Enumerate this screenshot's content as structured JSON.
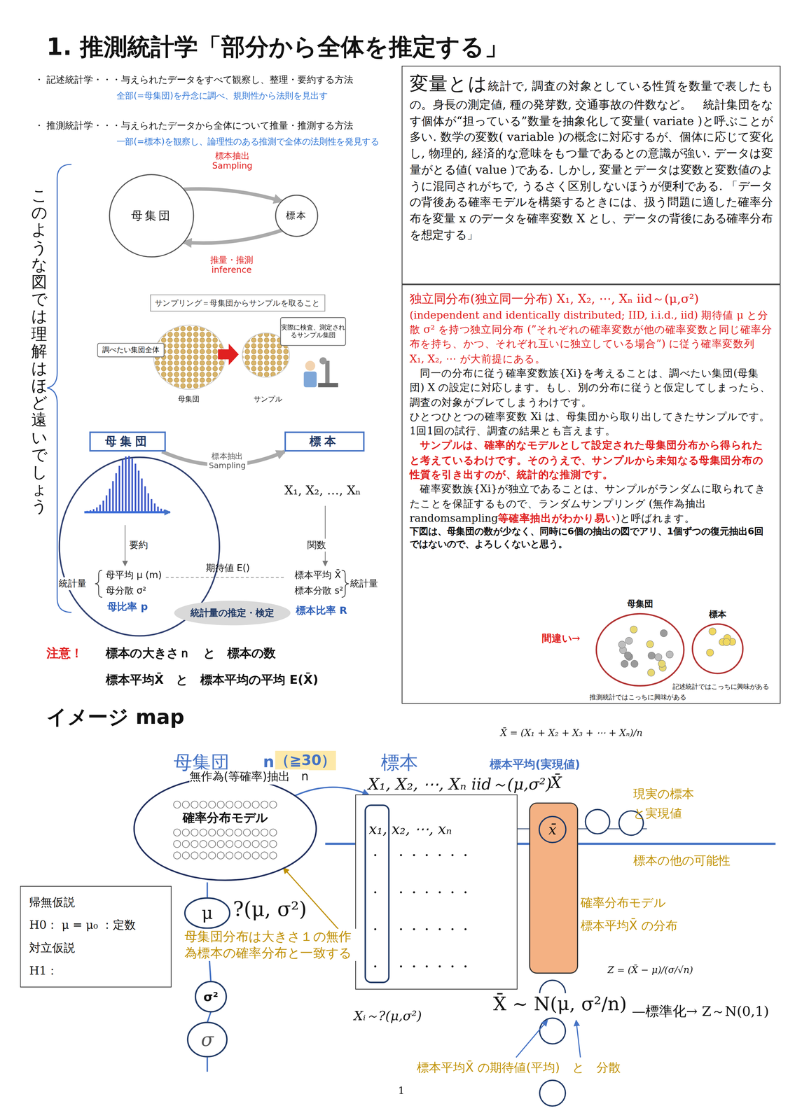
{
  "diagram": {
    "title": "1.  推測統計学「部分から全体を推定する」",
    "nodes": [
      {
        "text": [
          "母集団"
        ]
      },
      {
        "text": [
          "標本"
        ]
      },
      {
        "text": [
          "サンプリング＝母集団からサンプルを取ること"
        ]
      },
      {
        "text": [
          "調べたい集団全体"
        ]
      },
      {
        "text": [
          "実際に検査、測定されるサンプル集団"
        ]
      },
      {
        "text": [
          "母集団"
        ]
      },
      {
        "text": [
          "標本"
        ]
      },
      {
        "text": [
          "統計量の推定・検定"
        ]
      },
      {
        "text": [
          "変量とは",
          "統計で, 調査の対象としている性質を数量で表したもの。身長の測定値, 種の発芽数, 交通事故の件数など。　統計集団をなす個体が“担っている”数量を抽象化して変量( variate )と呼ぶことが多い. 数学の変数( variable )の概念に対応するが、個体に応じて変化し, 物理的, 経済的な意味をもつ量であるとの意識が強い. データは変量がとる値( value )である. しかし, 変量とデータは変数と変数値のように混同されがちで, うるさく区別しないほうが便利である. 「データの背後ある確率モデルを構築するときには、扱う問題に適した確率分布を変量 x のデータを確率変数 X とし、データの背後にある確率分布を想定する」"
        ]
      },
      {
        "text": [
          "独立同分布(独立同一分布) X₁, X₂, ⋯, Xₙ iid～(μ,σ²)",
          "(independent and identically distributed; IID, i.i.d., iid) 期待値 μ と分散 σ² を持つ独立同分布 (”それぞれの確率変数が他の確率変数と同じ確率分布を持ち、かつ、それぞれ互いに独立している場合”) に従う確率変数列 X₁, X₂, ⋯ が大前提にある。",
          "同一の分布に従う確率変数族{Xi}を考えることは、調べたい集団(母集団) X の設定に対応します。もし、別の分布に従うと仮定してしまったら、調査の対象がブレてしまうわけです。",
          "ひとつひとつの確率変数 Xi は、母集団から取り出してきたサンプルです。1回1回の試行、調査の結果とも言えます。",
          "サンプルは、確率的なモデルとして設定された母集団分布から得られたと考えているわけです。そのうえで、サンプルから未知なる母集団分布の性質を引き出すのが、統計的な推測です。",
          "確率変数族{Xi}が独立であることは、サンプルがランダムに取られてきたことを保証するもので、ランダムサンプリング (無作為抽出 randomsampling",
          "等確率抽出がわかり易い",
          ")と呼ばれます。",
          "下図は、母集団の数が少なく、同時に6個の抽出の図でアリ、1個ずつの復元抽出6回ではないので、よろしくないと思う。"
        ]
      },
      {
        "text": [
          "母集団"
        ],
        "in": 9
      },
      {
        "text": [
          "標本"
        ],
        "in": 9
      },
      {
        "text": [
          "○○○○○○○○○○○○",
          "確率分布モデル",
          "○○○○○○○○○○○○",
          "○○○○○○○○○○○○",
          "○○○○○○○○○○○○"
        ]
      },
      {
        "text": [
          "x₁, x₂, ⋯, xₙ",
          "・　・・・・・・",
          "・　・・・・・・",
          "・　・・・・・・",
          "・　・・・・・・"
        ]
      },
      {
        "text": [
          "x̄"
        ]
      },
      {
        "text": [
          "帰無仮説",
          "H0： μ = μ₀ ：定数",
          "対立仮説",
          "H1："
        ]
      },
      {
        "text": [
          "μ"
        ]
      },
      {
        "text": [
          "σ²"
        ]
      },
      {
        "text": [
          "σ"
        ]
      }
    ],
    "edges": [
      {
        "from": 0,
        "to": 1,
        "arrow": "to",
        "label": "標本抽出 Sampling"
      },
      {
        "from": 1,
        "to": 0,
        "arrow": "to",
        "label": "推量・推測 inference"
      },
      {
        "from": 5,
        "to": 6,
        "arrow": "to",
        "label": "標本抽出 Sampling"
      },
      {
        "from": 12,
        "to": 13,
        "arrow": "to"
      },
      {
        "from": 12,
        "to": 13,
        "arrow": "both"
      },
      {
        "from": 16,
        "to": 17,
        "arrow": "none"
      },
      {
        "from": 17,
        "to": 18,
        "arrow": "none"
      }
    ],
    "labels": [
      "・ 記述統計学・・・与えられたデータをすべて観察し、整理・要約する方法",
      "全部(=母集団)を丹念に調べ、規則性から法則を見出す",
      "・ 推測統計学・・・与えられたデータから全体について推量・推測する方法",
      "一部(=標本)を観察し、論理性のある推測で全体の法則性を発見する",
      "このような図では理解はほど遠いでしょう",
      "母集団",
      "サンプル",
      "X₁, X₂, …, Xₙ",
      "要約",
      "関数",
      "期待値 E()",
      "統計量",
      "母平均 μ (m)",
      "母分散 σ²",
      "標本平均 X̄",
      "標本分散 s²",
      "統計量",
      "母比率 p",
      "標本比率 R",
      "注意！",
      "標本の大きさｎ　と　標本の数",
      "標本平均X̄　と　標本平均の平均 E(X̄)",
      "イメージ map",
      "X̄ = (X₁ + X₂ + X₃ + ⋯ + Xₙ)/n",
      "母集団",
      "n",
      "（≧30）",
      "標本",
      "標本平均(実現値)",
      "無作為(等確率)抽出　n",
      "X₁, X₂, ⋯, Xₙ iid～(μ,σ²)",
      "X̄",
      "現実の標本 と実現値",
      "標本の他の可能性",
      "確率分布モデル",
      "標本平均X̄ の分布",
      "?(μ, σ²)",
      "母集団分布は大きさ１の無作為標本の確率分布と一致する",
      "Xᵢ～?(μ,σ²)",
      "Z = (X̄ − μ)/(σ/√n)",
      "X̄ ~ N(μ, σ²/n)",
      "—標準化→ Z～N(0,1)",
      "標本平均X̄ の期待値(平均)　と　分散",
      "1",
      "間違い→",
      "記述統計ではこっちに興味がある",
      "推測統計ではこっちに興味がある"
    ]
  }
}
